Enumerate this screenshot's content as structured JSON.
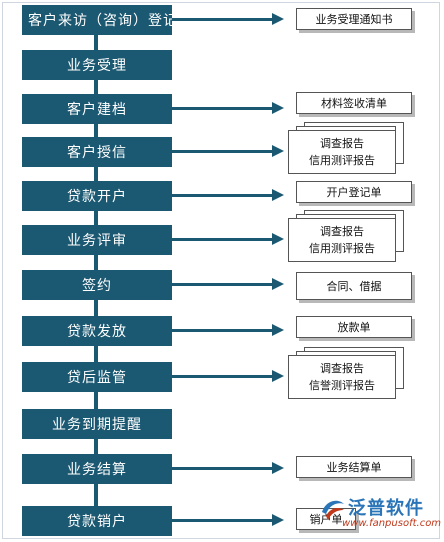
{
  "steps": [
    {
      "label": "客户来访（咨询）登记",
      "doc": "业务受理通知书"
    },
    {
      "label": "业务受理"
    },
    {
      "label": "客户建档",
      "doc": "材料签收清单"
    },
    {
      "label": "客户授信",
      "stack": [
        "调查报告",
        "信用测评报告"
      ]
    },
    {
      "label": "贷款开户",
      "doc": "开户登记单"
    },
    {
      "label": "业务评审",
      "stack": [
        "调查报告",
        "信用测评报告"
      ]
    },
    {
      "label": "签约",
      "doc": "合同、借据"
    },
    {
      "label": "贷款发放",
      "doc": "放款单"
    },
    {
      "label": "贷后监管",
      "stack": [
        "调查报告",
        "信誉测评报告"
      ]
    },
    {
      "label": "业务到期提醒"
    },
    {
      "label": "业务结算",
      "doc": "业务结算单"
    },
    {
      "label": "贷款销户",
      "doc": "销户单"
    }
  ],
  "logo": {
    "name": "泛普软件",
    "url": "www.fanpusoft.com",
    "icon": "fanpu-logo-icon"
  },
  "colors": {
    "node": "#1b5872",
    "node_text": "#ffffff",
    "doc_border": "#555555",
    "logo_blue": "#2a75b8",
    "logo_red": "#c0391b"
  }
}
